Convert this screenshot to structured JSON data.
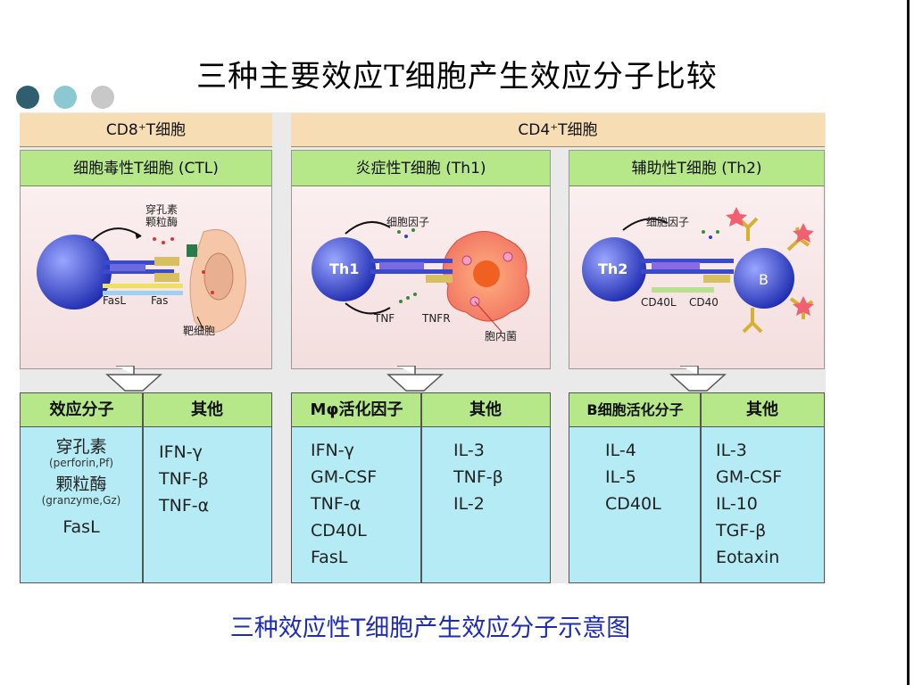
{
  "slide_title": "三种主要效应T细胞产生效应分子比较",
  "colors": {
    "dot1": "#2f5f6e",
    "dot2": "#8cc8d2",
    "dot3": "#c8c8c8",
    "header_tan": "#f7ddb4",
    "header_green": "#b6e88a",
    "cell_blue": "#b5ebf5",
    "caption": "#1e2cb3"
  },
  "top_headers": {
    "cd8": "CD8⁺T细胞",
    "cd4": "CD4⁺T细胞"
  },
  "panels": [
    {
      "subheader": "细胞毒性T细胞 (CTL)",
      "labels": {
        "molecule": "穿孔素\n颗粒酶",
        "fasl": "FasL",
        "fas": "Fas",
        "target": "靶细胞"
      },
      "left_header": "效应分子",
      "right_header": "其他",
      "left_items": [
        {
          "name": "穿孔素",
          "sub": "(perforin,Pf)"
        },
        {
          "name": "颗粒酶",
          "sub": "(granzyme,Gz)"
        },
        {
          "name": "FasL",
          "sub": ""
        }
      ],
      "right_items": [
        "IFN-γ",
        "TNF-β",
        "TNF-α"
      ]
    },
    {
      "subheader": "炎症性T细胞 (Th1)",
      "labels": {
        "cell": "Th1",
        "cytokine": "细胞因子",
        "tnf": "TNF",
        "tnfr": "TNFR",
        "bacteria": "胞内菌"
      },
      "left_header": "Mφ活化因子",
      "right_header": "其他",
      "left_items": [
        "IFN-γ",
        "GM-CSF",
        "TNF-α",
        "CD40L",
        "FasL"
      ],
      "right_items": [
        "IL-3",
        "TNF-β",
        "IL-2"
      ]
    },
    {
      "subheader": "辅助性T细胞 (Th2)",
      "labels": {
        "cell": "Th2",
        "cytokine": "细胞因子",
        "cd40l": "CD40L",
        "cd40": "CD40",
        "bcell": "B"
      },
      "left_header": "B细胞活化分子",
      "right_header": "其他",
      "left_items": [
        "IL-4",
        "IL-5",
        "CD40L"
      ],
      "right_items": [
        "IL-3",
        "GM-CSF",
        "IL-10",
        "TGF-β",
        "Eotaxin"
      ]
    }
  ],
  "caption": "三种效应性T细胞产生效应分子示意图"
}
